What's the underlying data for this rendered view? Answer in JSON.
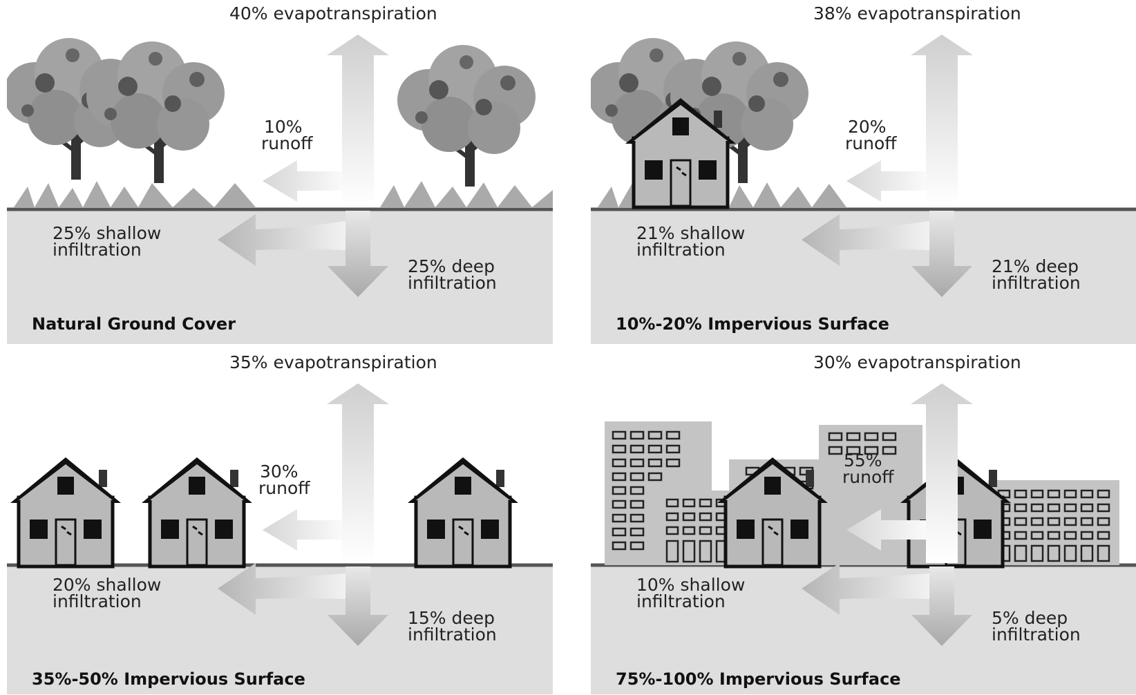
{
  "panels": [
    {
      "title": "Natural Ground Cover",
      "evapotranspiration": "40% evapotranspiration",
      "runoff_pct": "10%",
      "runoff_word": "runoff",
      "shallow_pct": "25% shallow",
      "shallow_word": "infiltration",
      "deep_pct": "25% deep",
      "deep_word": "infiltration"
    },
    {
      "title": "10%-20% Impervious Surface",
      "evapotranspiration": "38% evapotranspiration",
      "runoff_pct": "20%",
      "runoff_word": "runoff",
      "shallow_pct": "21% shallow",
      "shallow_word": "infiltration",
      "deep_pct": "21% deep",
      "deep_word": "infiltration"
    },
    {
      "title": "35%-50% Impervious Surface",
      "evapotranspiration": "35% evapotranspiration",
      "runoff_pct": "30%",
      "runoff_word": "runoff",
      "shallow_pct": "20% shallow",
      "shallow_word": "infiltration",
      "deep_pct": "15% deep",
      "deep_word": "infiltration"
    },
    {
      "title": "75%-100% Impervious Surface",
      "evapotranspiration": "30% evapotranspiration",
      "runoff_pct": "55%",
      "runoff_word": "runoff",
      "shallow_pct": "10% shallow",
      "shallow_word": "infiltration",
      "deep_pct": "5% deep",
      "deep_word": "infiltration"
    }
  ],
  "colors": {
    "ground": "#dedede",
    "ground_line": "#555555",
    "arrow": "#bdbdbd",
    "tree_light": "#9a9a9a",
    "tree_dark": "#555555",
    "house": "#b9b9b9",
    "building": "#c4c4c4"
  }
}
